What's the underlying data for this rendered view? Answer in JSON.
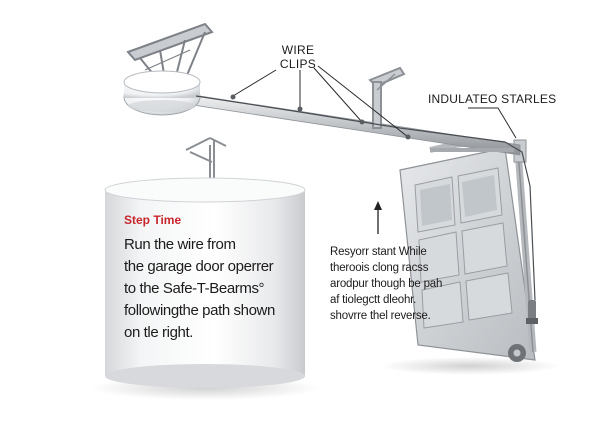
{
  "labels": {
    "wire_clips": [
      "WIRE",
      "CLIPS"
    ],
    "insulated_staples": "INDULATEO STARLES"
  },
  "step": {
    "title": "Step Time",
    "lines": [
      "Run the wire from",
      "the garage door operrer",
      "to the Safe-T-Bearms°",
      "followingthe path shown",
      "on tle right."
    ]
  },
  "note": {
    "lines": [
      "Resyorr stant While",
      "theroois clong racss",
      "arodpur though be pah",
      "af tiolegctt dleohr.",
      "shovrre thel reverse."
    ]
  },
  "colors": {
    "accent_red": "#c8262c",
    "text": "#1c1c1c",
    "metal": "#c9ccd0",
    "opener_white": "#f3f4f6"
  },
  "icons": [
    "opener-mount-bracket-icon",
    "opener-unit-icon",
    "ceiling-bracket-icon",
    "door-bracket-icon",
    "safety-sensor-icon"
  ]
}
